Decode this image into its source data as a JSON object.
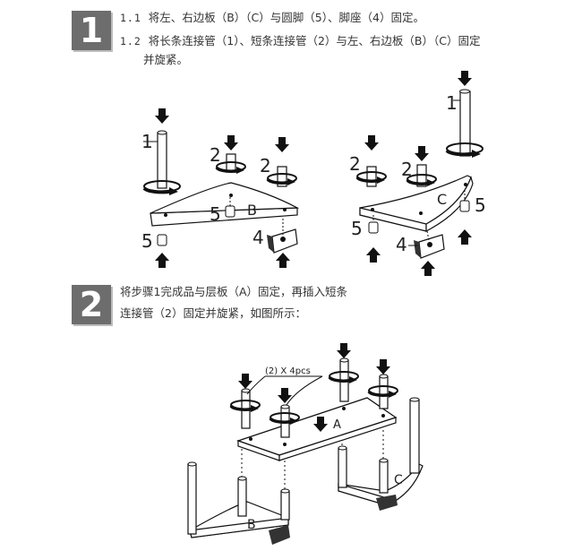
{
  "step1": {
    "badge": "1",
    "line1_num": "1.1",
    "line1_text": "将左、右边板（B）（C）与圆脚（5）、脚座（4）固定。",
    "line2_num": "1.2",
    "line2_text": "将长条连接管（1）、短条连接管（2）与左、右边板（B）（C）固定",
    "line3_text": "并旋紧。"
  },
  "step2": {
    "badge": "2",
    "line1_text": "将步骤1完成品与层板（A）固定，再插入短条",
    "line2_text": "连接管（2）固定并旋紧，如图所示："
  },
  "labels": {
    "l1_left": "1",
    "l2a_left": "2",
    "l2b_left": "2",
    "l5a_left": "5",
    "l5b_left": "5",
    "b_left": "B",
    "l4_left": "4",
    "l1_right": "1",
    "l2a_right": "2",
    "l2b_right": "2",
    "c_right": "C",
    "l5a_right": "5",
    "l5b_right": "5",
    "l4_right": "4",
    "callout": "(2) X 4pcs",
    "a_shelf": "A",
    "b_bottom": "B",
    "c_bottom": "C"
  }
}
